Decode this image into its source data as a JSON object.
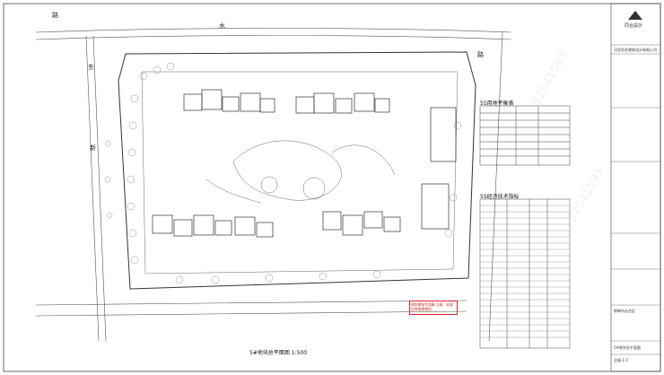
{
  "roads": {
    "north": "路",
    "char_a": "东",
    "char_b": "新",
    "north2": "水",
    "east": "路"
  },
  "tables": {
    "land_use_title": "5S用地平衡表",
    "tech_title": "5S经济技术指标"
  },
  "title_block": {
    "company_logo_text": "同合設計",
    "company_line": "河北同合建筑设计有限公司",
    "project": "邯郸市丛台区",
    "drawing_name": "5#地块总平面图",
    "drawing_no": "总施-1.0"
  },
  "caption": "5#地块总平面图  1:500",
  "stamp_text": "规划审批专用章 注意：本图仅供报审使用",
  "watermark": "32541593",
  "colors": {
    "line": "#444444",
    "stamp": "#cc2233",
    "watermark": "#7878c8"
  }
}
